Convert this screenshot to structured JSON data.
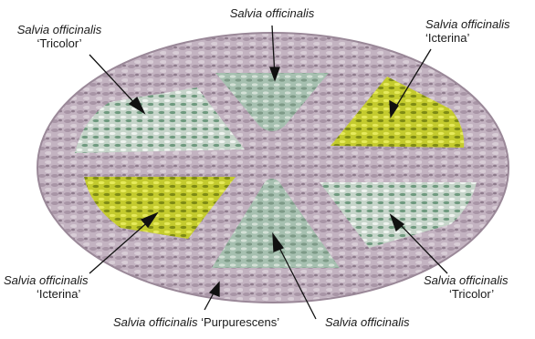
{
  "labels": {
    "top_center": {
      "species": "Salvia officinalis",
      "cultivar": ""
    },
    "top_left": {
      "species": "Salvia officinalis",
      "cultivar": "‘Tricolor’"
    },
    "top_right": {
      "species": "Salvia officinalis",
      "cultivar": "‘Icterina’"
    },
    "bottom_left": {
      "species": "Salvia officinalis",
      "cultivar": "‘Icterina’"
    },
    "bottom_right": {
      "species": "Salvia officinalis",
      "cultivar": "‘Tricolor’"
    },
    "bottom_purple": {
      "species": "Salvia officinalis",
      "cultivar": "‘Purpurescens’"
    },
    "bottom_center": {
      "species": "Salvia officinalis",
      "cultivar": ""
    }
  },
  "colors": {
    "purple_sage": "#b9a8b6",
    "purple_sage_dark": "#8c7a8a",
    "green_sage": "#9fb9a8",
    "tricolor_sage": "#c7d6cb",
    "icterina_sage": "#c9cf3a",
    "icterina_dark": "#7e8a12",
    "arrow": "#111111"
  }
}
